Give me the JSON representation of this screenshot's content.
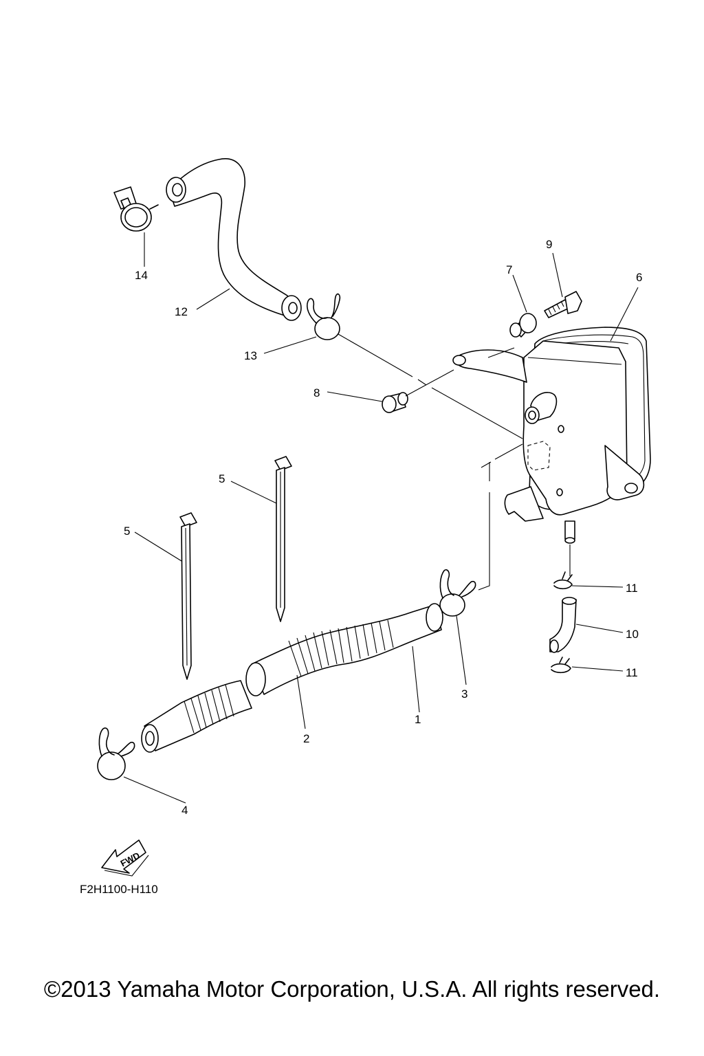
{
  "diagram": {
    "callouts": {
      "c1": "1",
      "c2": "2",
      "c3": "3",
      "c4": "4",
      "c5a": "5",
      "c5b": "5",
      "c6": "6",
      "c7": "7",
      "c8": "8",
      "c9": "9",
      "c10": "10",
      "c11a": "11",
      "c11b": "11",
      "c12": "12",
      "c13": "13",
      "c14": "14"
    },
    "fwd_label": "FWD",
    "part_code": "F2H1100-H110",
    "copyright": "©2013 Yamaha Motor Corporation, U.S.A. All rights reserved."
  }
}
